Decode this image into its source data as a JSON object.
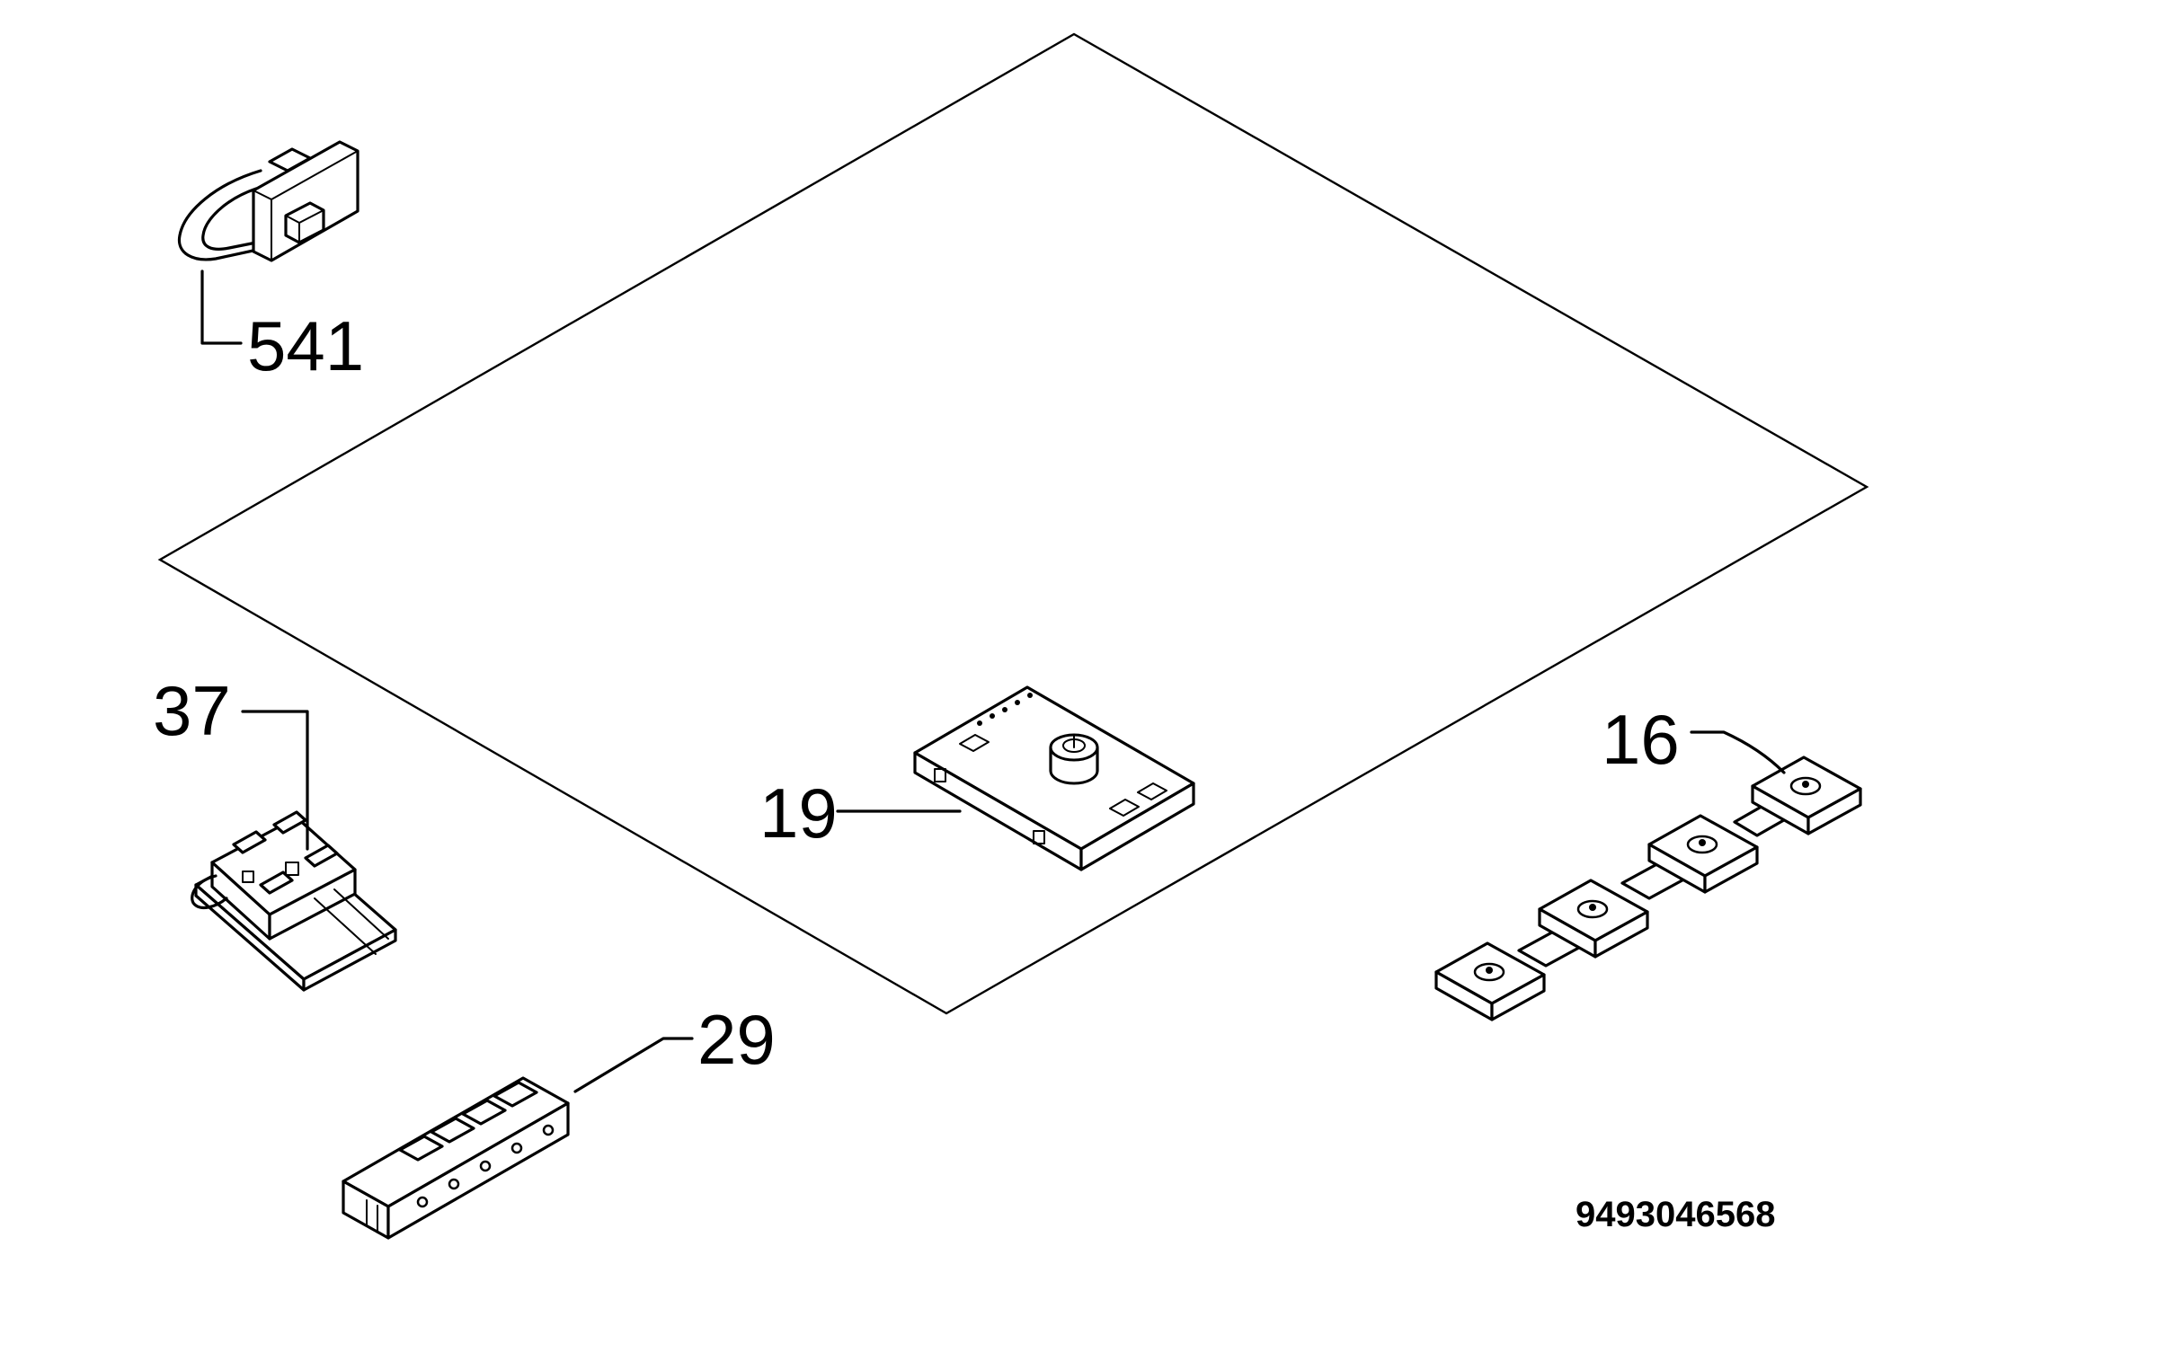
{
  "diagram": {
    "parts": [
      {
        "id": "part-541",
        "label": "541"
      },
      {
        "id": "part-37",
        "label": "37"
      },
      {
        "id": "part-19",
        "label": "19"
      },
      {
        "id": "part-16",
        "label": "16"
      },
      {
        "id": "part-29",
        "label": "29"
      }
    ],
    "reference_number": "9493046568"
  }
}
